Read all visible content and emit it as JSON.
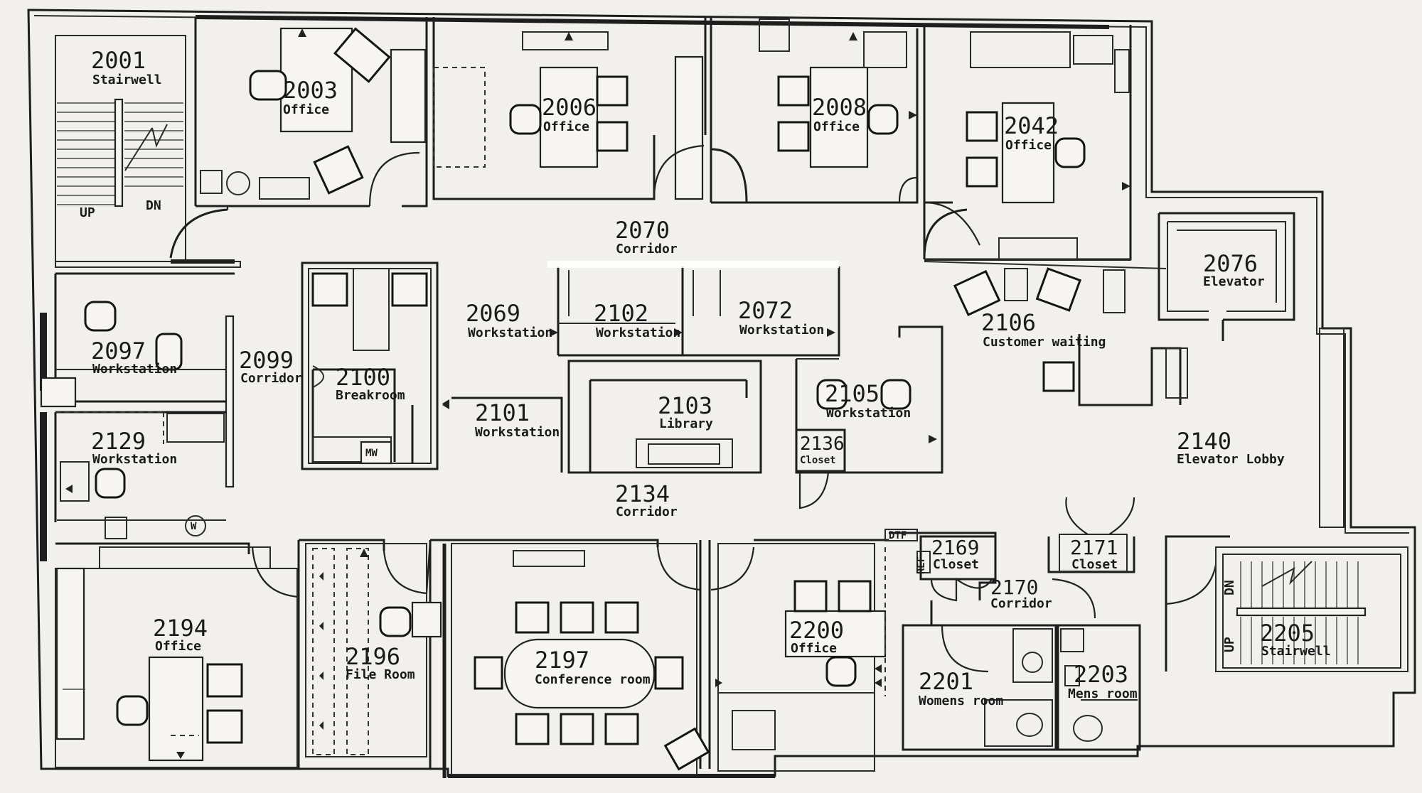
{
  "rooms": [
    {
      "id": "r2001",
      "number": "2001",
      "name": "Stairwell"
    },
    {
      "id": "r2003",
      "number": "2003",
      "name": "Office"
    },
    {
      "id": "r2006",
      "number": "2006",
      "name": "Office"
    },
    {
      "id": "r2008",
      "number": "2008",
      "name": "Office"
    },
    {
      "id": "r2042",
      "number": "2042",
      "name": "Office"
    },
    {
      "id": "r2070",
      "number": "2070",
      "name": "Corridor"
    },
    {
      "id": "r2076",
      "number": "2076",
      "name": "Elevator"
    },
    {
      "id": "r2069",
      "number": "2069",
      "name": "Workstation"
    },
    {
      "id": "r2102",
      "number": "2102",
      "name": "Workstation"
    },
    {
      "id": "r2072",
      "number": "2072",
      "name": "Workstation"
    },
    {
      "id": "r2106",
      "number": "2106",
      "name": "Customer waiting"
    },
    {
      "id": "r2097",
      "number": "2097",
      "name": "Workstation"
    },
    {
      "id": "r2099",
      "number": "2099",
      "name": "Corridor"
    },
    {
      "id": "r2100",
      "number": "2100",
      "name": "Breakroom"
    },
    {
      "id": "r2101",
      "number": "2101",
      "name": "Workstation"
    },
    {
      "id": "r2103",
      "number": "2103",
      "name": "Library"
    },
    {
      "id": "r2105",
      "number": "2105",
      "name": "Workstation"
    },
    {
      "id": "r2136",
      "number": "2136",
      "name": "Closet"
    },
    {
      "id": "r2140",
      "number": "2140",
      "name": "Elevator Lobby"
    },
    {
      "id": "r2129",
      "number": "2129",
      "name": "Workstation"
    },
    {
      "id": "r2134",
      "number": "2134",
      "name": "Corridor"
    },
    {
      "id": "r2169",
      "number": "2169",
      "name": "Closet"
    },
    {
      "id": "r2171",
      "number": "2171",
      "name": "Closet"
    },
    {
      "id": "r2170",
      "number": "2170",
      "name": "Corridor"
    },
    {
      "id": "r2194",
      "number": "2194",
      "name": "Office"
    },
    {
      "id": "r2196",
      "number": "2196",
      "name": "File Room"
    },
    {
      "id": "r2197",
      "number": "2197",
      "name": "Conference room"
    },
    {
      "id": "r2200",
      "number": "2200",
      "name": "Office"
    },
    {
      "id": "r2201",
      "number": "2201",
      "name": "Womens room"
    },
    {
      "id": "r2203",
      "number": "2203",
      "name": "Mens room"
    },
    {
      "id": "r2205",
      "number": "2205",
      "name": "Stairwell"
    }
  ],
  "stair_marks": {
    "up": "UP",
    "down": "DN"
  },
  "small_marks": {
    "microwave": "MW",
    "water": "W",
    "dtf": "DTF",
    "ref": "REF"
  }
}
